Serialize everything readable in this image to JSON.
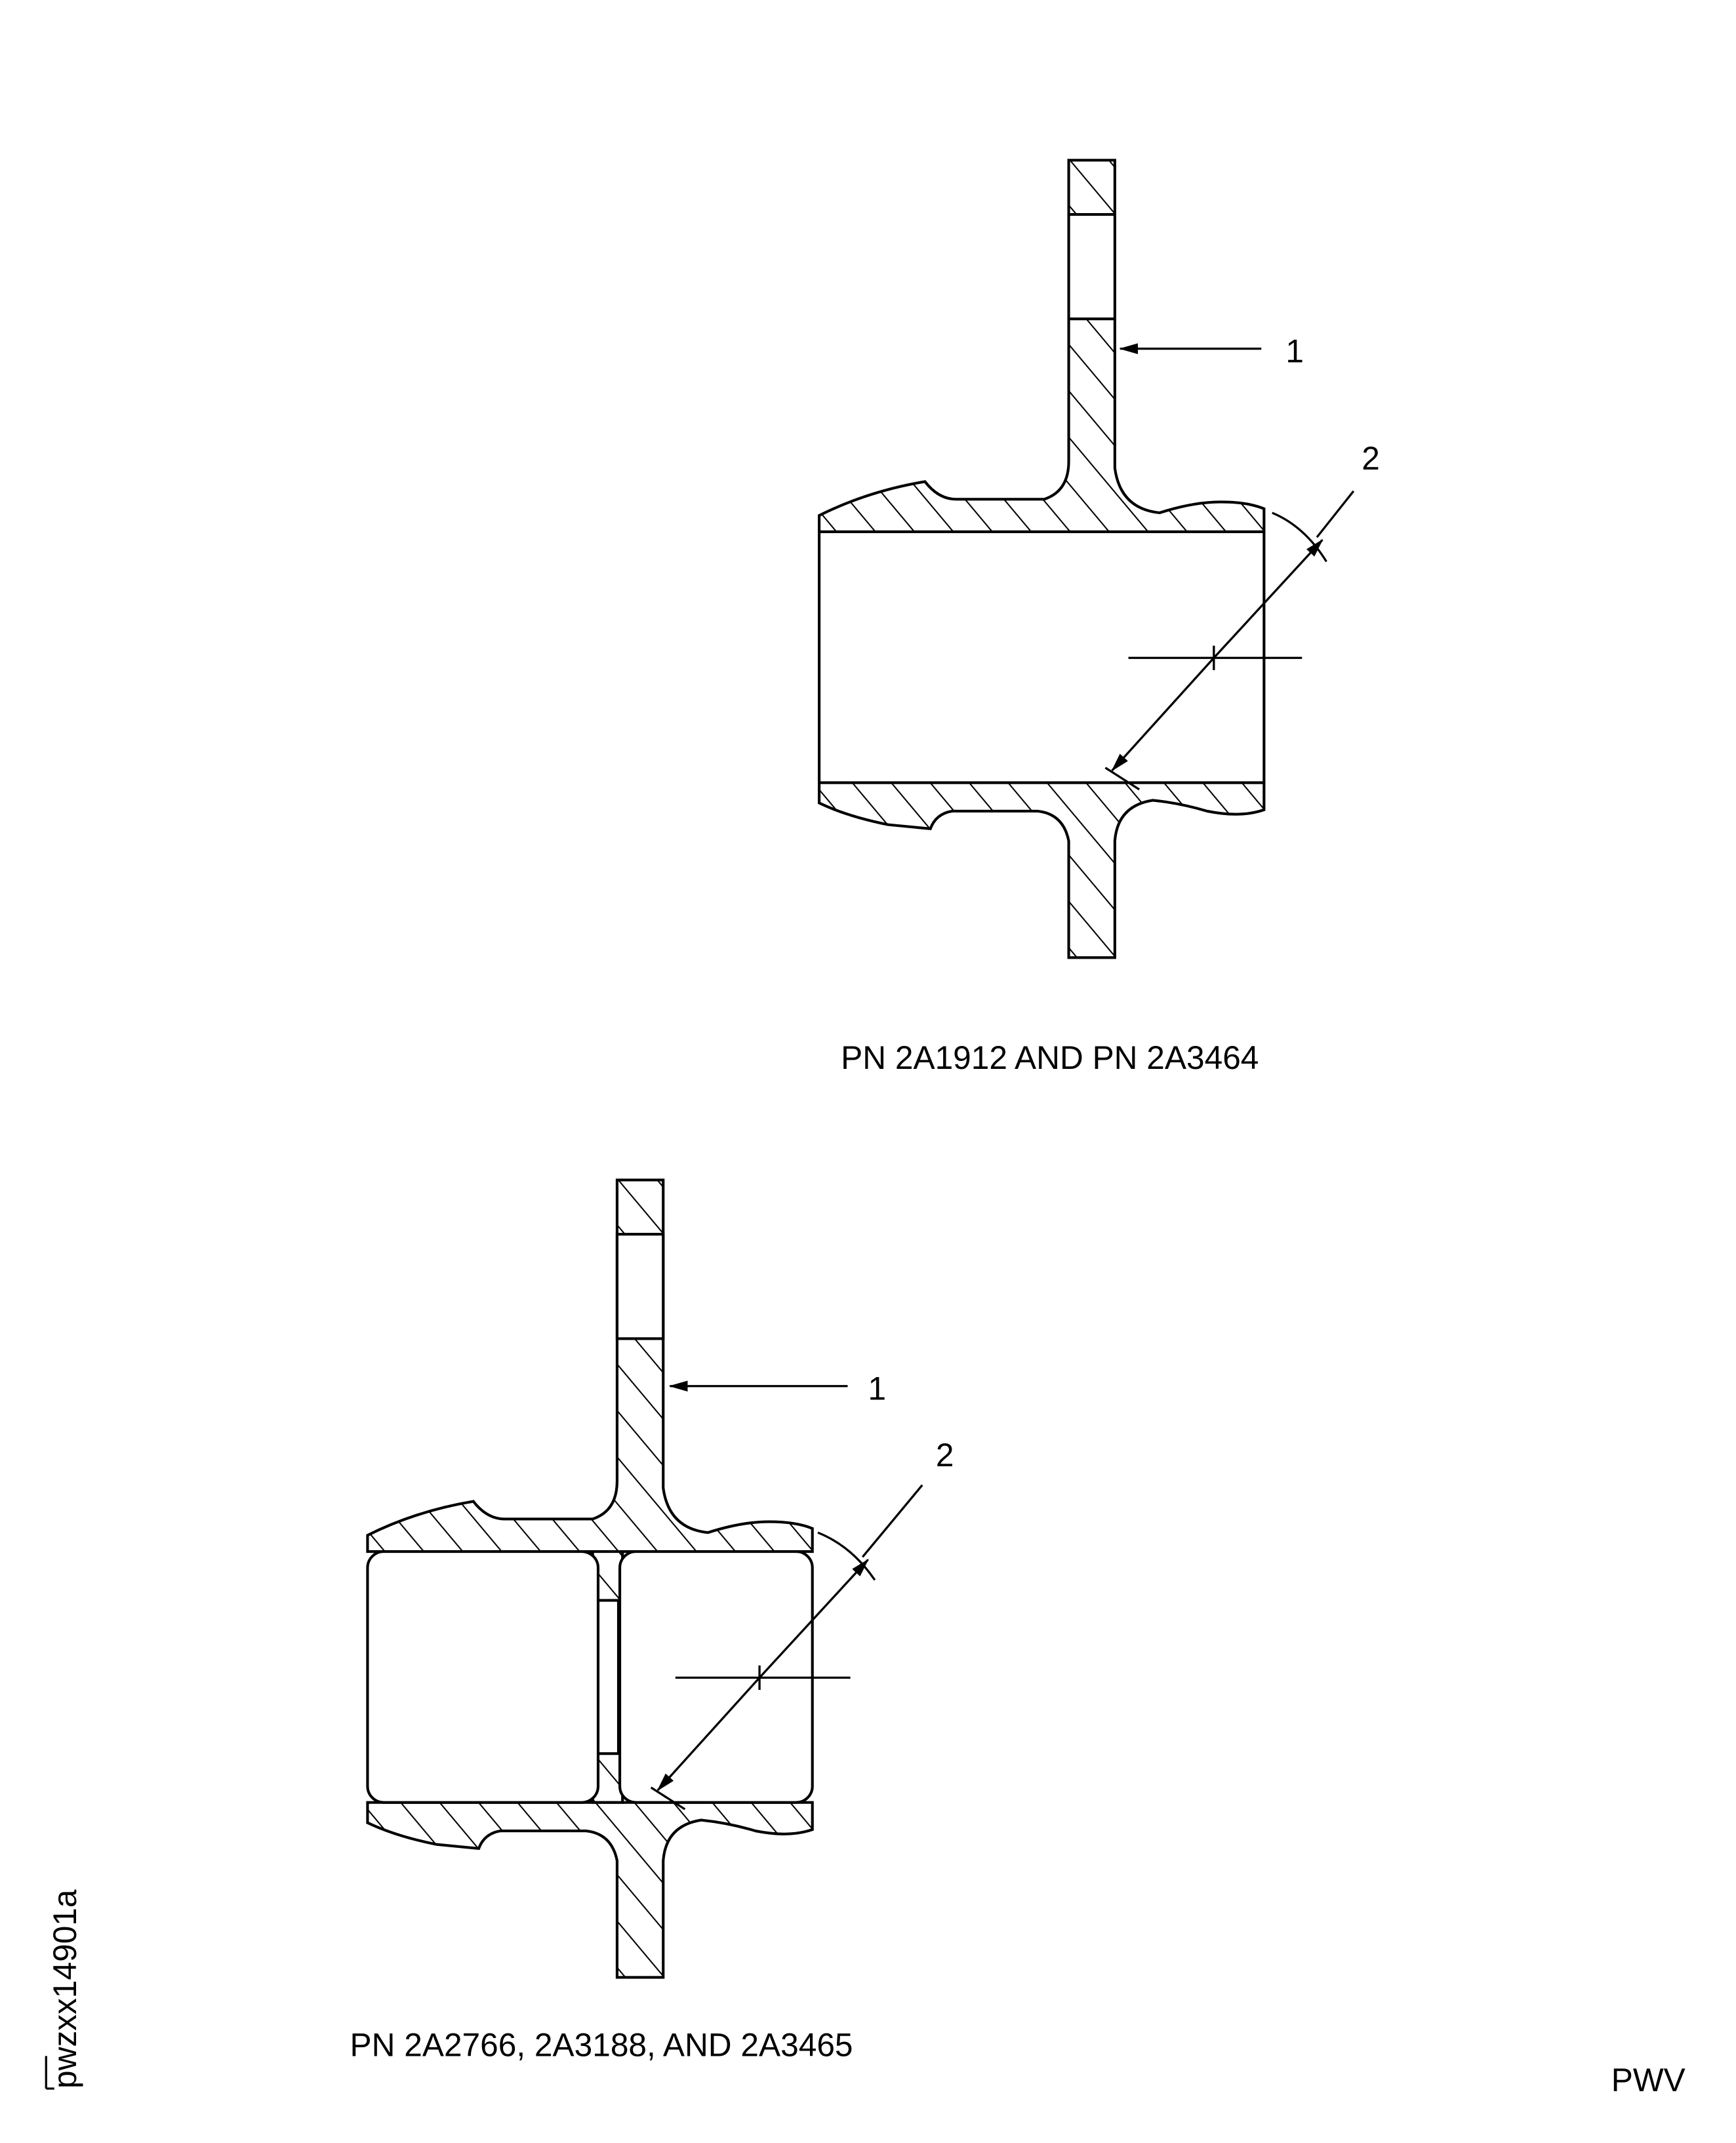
{
  "figure_id": "pwzxx14901a",
  "corner_mark": "PWV",
  "views": [
    {
      "caption": "PN 2A1912 AND PN 2A3464",
      "callouts": [
        "1",
        "2"
      ]
    },
    {
      "caption": "PN 2A2766, 2A3188, AND 2A3465",
      "callouts": [
        "1",
        "2"
      ]
    }
  ],
  "colors": {
    "line": "#000000",
    "background": "#ffffff"
  }
}
